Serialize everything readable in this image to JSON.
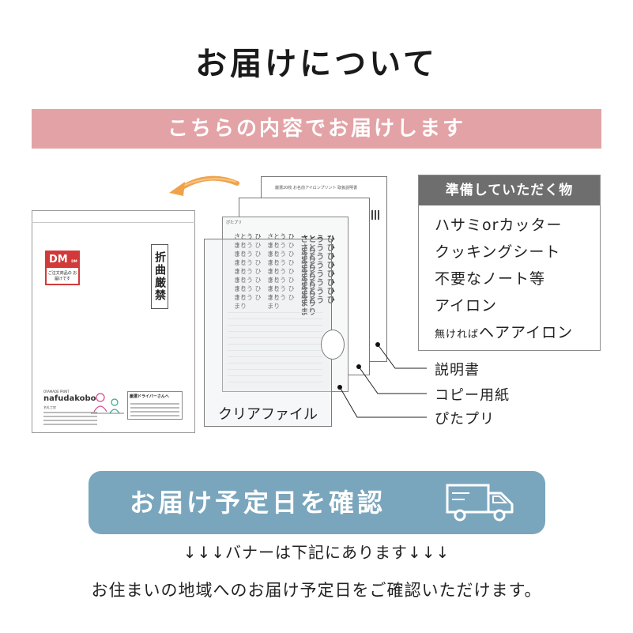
{
  "title": "お届けについて",
  "banner": "こちらの内容でお届けします",
  "envelope": {
    "dm_label": "DM",
    "dm_small": "DM便",
    "dm_text": "ご注文商品の お届けです",
    "fold_label": "折曲厳禁",
    "brand_small": "OYAMADE PRINT",
    "brand_name": "nafudakobo",
    "brand_sub": "名札工房",
    "notice_title": "厳選ドライバーさんへ"
  },
  "sheet": {
    "header": "ぴたプリ",
    "doc_header": "厳選20枚 お名前アイロンプリント 取扱説明書",
    "names_small": "さとう ひまり",
    "names_big": "さとう ひまり"
  },
  "clear_file_label": "クリアファイル",
  "legend": {
    "manual": "説明書",
    "copy_paper": "コピー用紙",
    "pitapuri": "ぴたプリ"
  },
  "prepare": {
    "title": "準備していただく物",
    "items": [
      "ハサミorカッター",
      "クッキングシート",
      "不要なノート等",
      "アイロン"
    ],
    "last_small": "無ければ",
    "last_main": "ヘアアイロン"
  },
  "cta": {
    "label": "お届け予定日を確認",
    "icon": "truck-icon"
  },
  "note_arrows": "↓↓↓バナーは下記にあります↓↓↓",
  "note_bottom": "お住まいの地域へのお届け予定日をご確認いただけます。",
  "colors": {
    "pink": "#e3a3a6",
    "blue": "#7aa6bd",
    "gray_header": "#6e6e6e",
    "orange": "#f0a24a",
    "dm_red": "#d23a3a"
  }
}
